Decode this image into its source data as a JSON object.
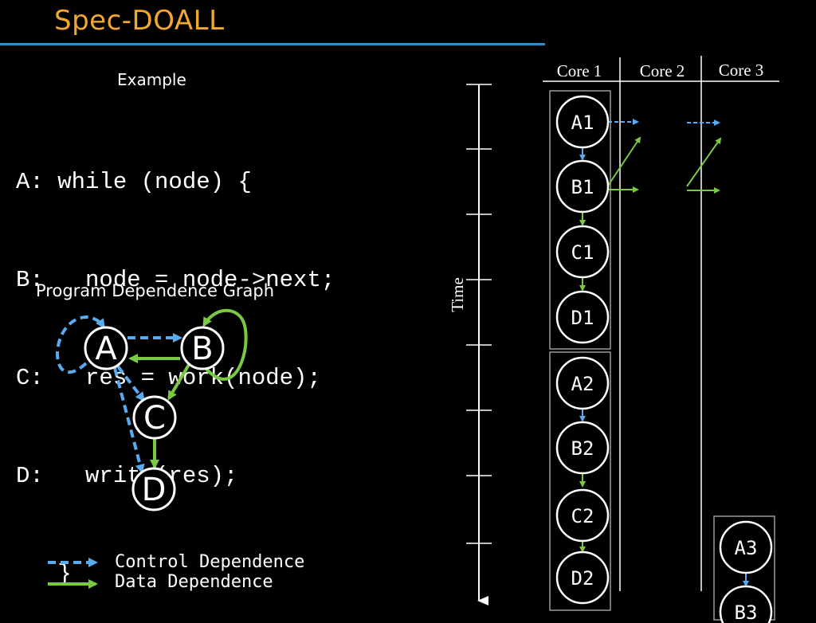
{
  "slide": {
    "title": "Spec-DOALL",
    "example_label": "Example"
  },
  "code": {
    "lines": [
      "A: while (node) {",
      "B:   node = node->next;",
      "C:   res = work(node);",
      "D:   write(res);",
      "   }"
    ]
  },
  "pdg": {
    "label": "Program Dependence Graph",
    "nodes": [
      "A",
      "B",
      "C",
      "D"
    ]
  },
  "legend": {
    "control": "Control Dependence",
    "data": "Data Dependence"
  },
  "timeline": {
    "cores": [
      "Core 1",
      "Core 2",
      "Core 3"
    ],
    "time_label": "Time",
    "iterations": [
      {
        "core": "Core 1",
        "nodes": [
          "A1",
          "B1",
          "C1",
          "D1"
        ]
      },
      {
        "core": "Core 1",
        "nodes": [
          "A2",
          "B2",
          "C2",
          "D2"
        ]
      },
      {
        "core": "Core 3",
        "nodes": [
          "A3",
          "B3"
        ]
      }
    ]
  },
  "colors": {
    "background": "#000000",
    "title": "#f0a830",
    "rule": "#1f8fd6",
    "control_dependence": "#5aaaf0",
    "data_dependence": "#7ac943",
    "box_border": "#9a9a9a"
  }
}
